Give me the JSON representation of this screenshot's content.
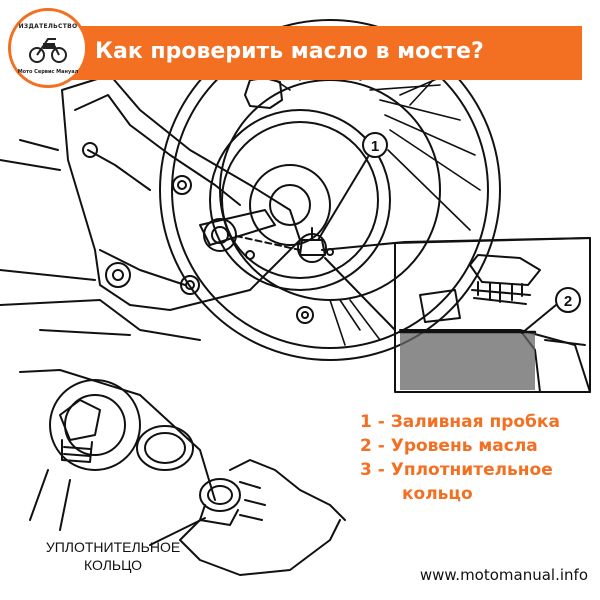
{
  "header": {
    "title": "Как проверить масло в мосте?",
    "logo_top_text": "ИЗДАТЕЛЬСТВО",
    "logo_bottom_text": "Мото Сервис Мануал"
  },
  "callouts": [
    "1",
    "2"
  ],
  "legend": {
    "items": [
      "1 - Заливная пробка",
      "2 - Уровень масла",
      "3 - Уплотнительное"
    ],
    "item3_cont": "кольцо"
  },
  "seal_label": {
    "line1": "УПЛОТНИТЕЛЬНОЕ",
    "line2": "КОЛЬЦО"
  },
  "footer": {
    "website": "www.motomanual.info"
  },
  "colors": {
    "accent": "#f36f21",
    "line": "#111111",
    "background": "#ffffff"
  }
}
